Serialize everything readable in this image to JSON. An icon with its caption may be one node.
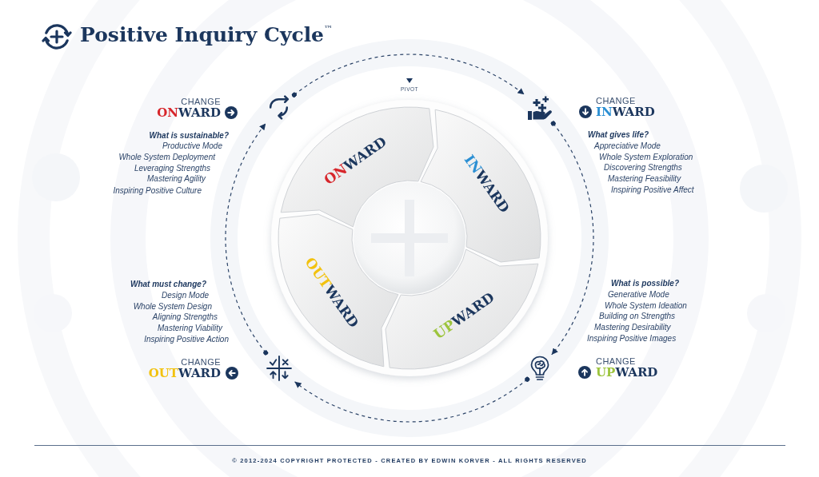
{
  "diagram": {
    "title": "Positive Inquiry Cycle$^{™}$",
    "nodes": [
      {
        "text": [
          "**ON**WARD"
        ]
      },
      {
        "text": [
          "**IN**WARD"
        ]
      },
      {
        "text": [
          "**OUT**WARD"
        ]
      },
      {
        "text": [
          "**UP**WARD"
        ]
      },
      {
        "text": [],
        "shape": "picture",
        "beside": [
          "CHANGE",
          "**ON**WARD"
        ]
      },
      {
        "text": [],
        "shape": "picture",
        "beside": [
          "CHANGE",
          "**IN**WARD"
        ]
      },
      {
        "text": [],
        "shape": "picture",
        "beside": [
          "CHANGE",
          "**OUT**WARD"
        ]
      },
      {
        "text": [],
        "shape": "picture",
        "beside": [
          "CHANGE",
          "**UP**WARD"
        ]
      }
    ],
    "edges": [
      {
        "from": 4,
        "to": 5,
        "arrow": "to",
        "style": "dashed"
      },
      {
        "from": 5,
        "to": 7,
        "arrow": "to",
        "style": "dashed"
      },
      {
        "from": 7,
        "to": 6,
        "arrow": "to",
        "style": "dashed"
      },
      {
        "from": 6,
        "to": 4,
        "arrow": "to",
        "style": "dashed"
      }
    ],
    "labels": [
      "PIVOT",
      "What is sustainable?",
      "Productive Mode",
      "Whole System Deployment",
      "Leveraging Strengths",
      "Mastering Agility",
      "Inspiring Positive Culture",
      "What gives life?",
      "Appreciative Mode",
      "Whole System Exploration",
      "Discovering Strengths",
      "Mastering Feasibility",
      "Inspiring Positive Affect",
      "What must change?",
      "Design Mode",
      "Whole System Design",
      "Aligning Strengths",
      "Mastering Viability",
      "Inspiring Positive Action",
      "What is possible?",
      "Generative Mode",
      "Whole System Ideation",
      "Building on Strengths",
      "Mastering Desirability",
      "Inspiring Positive Images",
      "© 2012-2024 COPYRIGHT PROTECTED - CREATED BY EDWIN KORVER - ALL RIGHTS RESERVED"
    ]
  }
}
